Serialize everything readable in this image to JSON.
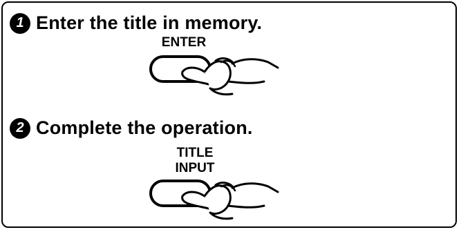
{
  "steps": [
    {
      "number": "1",
      "text": "Enter the title in memory.",
      "button_label": [
        "ENTER"
      ]
    },
    {
      "number": "2",
      "text": "Complete the operation.",
      "button_label": [
        "TITLE",
        "INPUT"
      ]
    }
  ],
  "icons": {
    "step_badge": "filled-circle-number",
    "button_press": "hand-pressing-button-icon"
  }
}
